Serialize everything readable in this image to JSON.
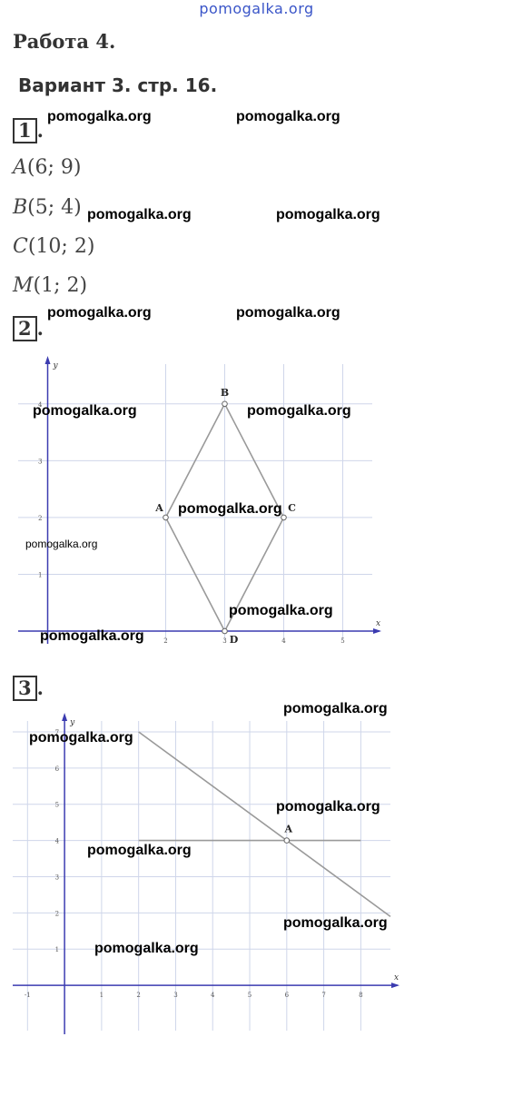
{
  "site": "pomogalka.org",
  "title": "Работа 4.",
  "subtitle": "Вариант 3. стр. 16.",
  "task_numbers": [
    "1",
    "2",
    "3"
  ],
  "task_number_suffix": ".",
  "coordinates": [
    {
      "point": "A",
      "value": "(6; 9)"
    },
    {
      "point": "B",
      "value": "(5; 4)"
    },
    {
      "point": "C",
      "value": "(10; 2)"
    },
    {
      "point": "M",
      "value": "(1; 2)"
    }
  ],
  "watermark": "pomogalka.org",
  "chart_data": [
    {
      "type": "line",
      "xlabel": "x",
      "ylabel": "y",
      "x_ticks": [
        "2",
        "3",
        "4",
        "5"
      ],
      "y_ticks": [
        "1",
        "2",
        "3",
        "4"
      ],
      "xlim": [
        -0.5,
        5.5
      ],
      "ylim": [
        0,
        4.7
      ],
      "grid": true,
      "points": [
        {
          "label": "A",
          "x": 2,
          "y": 2
        },
        {
          "label": "B",
          "x": 3,
          "y": 4
        },
        {
          "label": "C",
          "x": 4,
          "y": 2
        },
        {
          "label": "D",
          "x": 3,
          "y": 0
        }
      ],
      "polygon": [
        "A",
        "B",
        "C",
        "D"
      ]
    },
    {
      "type": "line",
      "xlabel": "x",
      "ylabel": "y",
      "x_ticks": [
        "-1",
        "1",
        "2",
        "3",
        "4",
        "5",
        "6",
        "7",
        "8"
      ],
      "y_ticks": [
        "1",
        "2",
        "3",
        "4",
        "5",
        "6",
        "7"
      ],
      "xlim": [
        -1.4,
        8.8
      ],
      "ylim": [
        -1,
        7.3
      ],
      "grid": true,
      "points": [
        {
          "label": "A",
          "x": 6,
          "y": 4
        }
      ],
      "lines": [
        {
          "from": [
            2,
            7
          ],
          "to": [
            8.8,
            1.9
          ]
        },
        {
          "from": [
            2,
            4
          ],
          "to": [
            8,
            4
          ]
        }
      ]
    }
  ]
}
